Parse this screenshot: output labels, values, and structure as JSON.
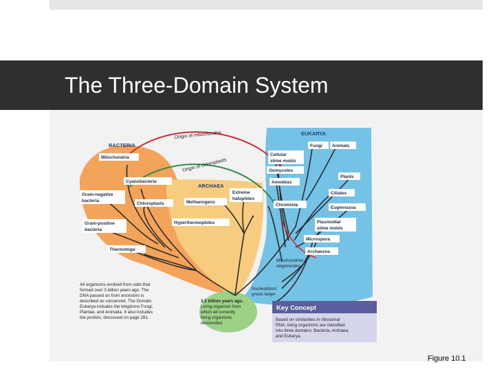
{
  "slide": {
    "title": "The Three-Domain System",
    "figure_caption": "Figure 10.1"
  },
  "diagram": {
    "domains": {
      "bacteria": "BACTERIA",
      "archaea": "ARCHAEA",
      "eukarya": "EUKARYA"
    },
    "arcs": {
      "mitochondria": "Origin of mitochondria",
      "chloroplasts": "Origin of chloroplasts"
    },
    "bacteria_labels": [
      "Mitochondria",
      "Cyanobacteria",
      "Gram-negative",
      "bacteria",
      "Chloroplasts",
      "Gram-positive",
      "bacteria",
      "Thermotoga"
    ],
    "archaea_labels": [
      "Methanogens",
      "Extreme",
      "halophiles",
      "Hyperthermophiles"
    ],
    "eukarya_labels": [
      "Fungi",
      "Animals",
      "Cellular",
      "slime molds",
      "Oomycotes",
      "Plants",
      "Amoebas",
      "Ciliates",
      "Chromista",
      "Euglenozoa",
      "Plasmodial",
      "slime molds",
      "Microspora",
      "Archaezoa"
    ],
    "annotations": {
      "mito_degenerates": [
        "Mitochondrion",
        "degenerates"
      ],
      "nucleoplasm": [
        "Nucleoplasm",
        "grows larger"
      ],
      "origin": [
        "3.5 billion years ago.",
        "Living organism from",
        "which all currently",
        "living organisms",
        "descended."
      ],
      "left_text": [
        "All organisms evolved from cells that",
        "formed over 3 billion years ago. The",
        "DNA passed on from ancestors is",
        "described as conserved. The Domain",
        "Eukarya includes the kingdoms Fungi,",
        "Plantae, and Animalia. It also includes",
        "the protists, discussed on page 281."
      ]
    },
    "key_concept": {
      "heading": "Key Concept",
      "lines": [
        "Based on similarities in ribosomal",
        "RNA, living organisms are classified",
        "into three domains: Bacteria, Archaea,",
        "and Eukarya."
      ]
    },
    "colors": {
      "bacteria": "#f4a45a",
      "archaea": "#f8cc7e",
      "eukarya": "#74c3e6",
      "origin": "#9dd186",
      "key_concept_header": "#5b5e9e",
      "key_concept_body": "#d5d6ec",
      "mito_arc": "#cc2a32",
      "chloro_arc": "#2e8a4e"
    }
  }
}
